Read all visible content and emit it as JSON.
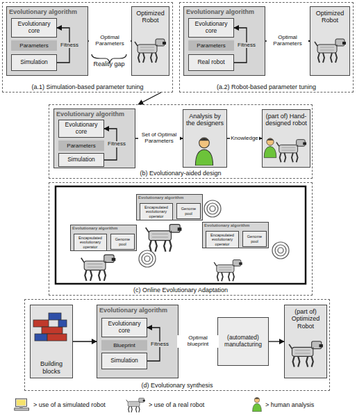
{
  "diagram": {
    "nodes": [
      {
        "text": [
          "(a.1) Simulation-based parameter tuning"
        ]
      },
      {
        "text": [
          "Evolutionary algorithm"
        ],
        "in": 0
      },
      {
        "text": [
          "Evolutionary core"
        ],
        "in": 1
      },
      {
        "text": [
          "Parameters"
        ],
        "in": 1
      },
      {
        "text": [
          "Simulation"
        ],
        "in": 1
      },
      {
        "text": [
          "Optimized Robot"
        ],
        "in": 0
      },
      {
        "text": [
          "(a.2) Robot-based parameter tuning"
        ]
      },
      {
        "text": [
          "Evolutionary algorithm"
        ],
        "in": 6
      },
      {
        "text": [
          "Evolutionary core"
        ],
        "in": 7
      },
      {
        "text": [
          "Parameters"
        ],
        "in": 7
      },
      {
        "text": [
          "Real robot"
        ],
        "in": 7
      },
      {
        "text": [
          "Optimized Robot"
        ],
        "in": 6
      },
      {
        "text": [
          "(b) Evolutionary-aided design"
        ]
      },
      {
        "text": [
          "Evolutionary algorithm"
        ],
        "in": 12
      },
      {
        "text": [
          "Evolutionary core"
        ],
        "in": 13
      },
      {
        "text": [
          "Parameters"
        ],
        "in": 13
      },
      {
        "text": [
          "Simulation"
        ],
        "in": 13
      },
      {
        "text": [
          "Analysis by the designers"
        ],
        "in": 12
      },
      {
        "text": [
          "(part of) Hand-designed robot"
        ],
        "in": 12
      },
      {
        "text": [
          "(c) Online Evolutionary Adaptation"
        ]
      },
      {
        "text": [
          "Evolutionary algorithm"
        ],
        "in": 19
      },
      {
        "text": [
          "Encapsulated evolutionary operator"
        ],
        "in": 20
      },
      {
        "text": [
          "Genome pool"
        ],
        "in": 20
      },
      {
        "text": [
          "Evolutionary algorithm"
        ],
        "in": 19
      },
      {
        "text": [
          "Encapsulated evolutionary operator"
        ],
        "in": 23
      },
      {
        "text": [
          "Genome pool"
        ],
        "in": 23
      },
      {
        "text": [
          "Evolutionary algorithm"
        ],
        "in": 19
      },
      {
        "text": [
          "Encapsulated evolutionary operator"
        ],
        "in": 26
      },
      {
        "text": [
          "Genome pool"
        ],
        "in": 26
      },
      {
        "text": [
          "(d) Evolutionary synthesis"
        ]
      },
      {
        "text": [
          "Building blocks"
        ],
        "in": 29
      },
      {
        "text": [
          "Evolutionary algorithm"
        ],
        "in": 29
      },
      {
        "text": [
          "Evolutionary core"
        ],
        "in": 31
      },
      {
        "text": [
          "Blueprint"
        ],
        "in": 31
      },
      {
        "text": [
          "Simulation"
        ],
        "in": 31
      },
      {
        "text": [
          "(automated) manufacturing"
        ],
        "in": 29
      },
      {
        "text": [
          "(part of) Optimized Robot"
        ],
        "in": 29
      }
    ],
    "edges": [
      {
        "from": 4,
        "to": 2,
        "label": "Fitness",
        "arrow": "to"
      },
      {
        "from": 1,
        "to": 5,
        "label": "Optimal Parameters",
        "arrow": "to"
      },
      {
        "from": 0,
        "to": 12,
        "arrow": "to"
      },
      {
        "from": 10,
        "to": 8,
        "label": "Fitness",
        "arrow": "to"
      },
      {
        "from": 7,
        "to": 11,
        "label": "Optimal Parameters",
        "arrow": "to"
      },
      {
        "from": 16,
        "to": 14,
        "label": "Fitness",
        "arrow": "to"
      },
      {
        "from": 13,
        "to": 17,
        "label": "Set of Optimal Parameters",
        "arrow": "to"
      },
      {
        "from": 17,
        "to": 18,
        "label": "Knowledge",
        "arrow": "to"
      },
      {
        "from": 34,
        "to": 32,
        "label": "Fitness",
        "arrow": "to"
      },
      {
        "from": 30,
        "to": 31,
        "arrow": "to"
      },
      {
        "from": 31,
        "to": 35,
        "label": "Optimal blueprint",
        "arrow": "to"
      },
      {
        "from": 35,
        "to": 36,
        "arrow": "to"
      }
    ],
    "labels": [
      "Reality gap"
    ],
    "legend": [
      {
        "text": "> use of a simulated robot"
      },
      {
        "text": "> use of a real robot"
      },
      {
        "text": "> human analysis"
      }
    ]
  }
}
